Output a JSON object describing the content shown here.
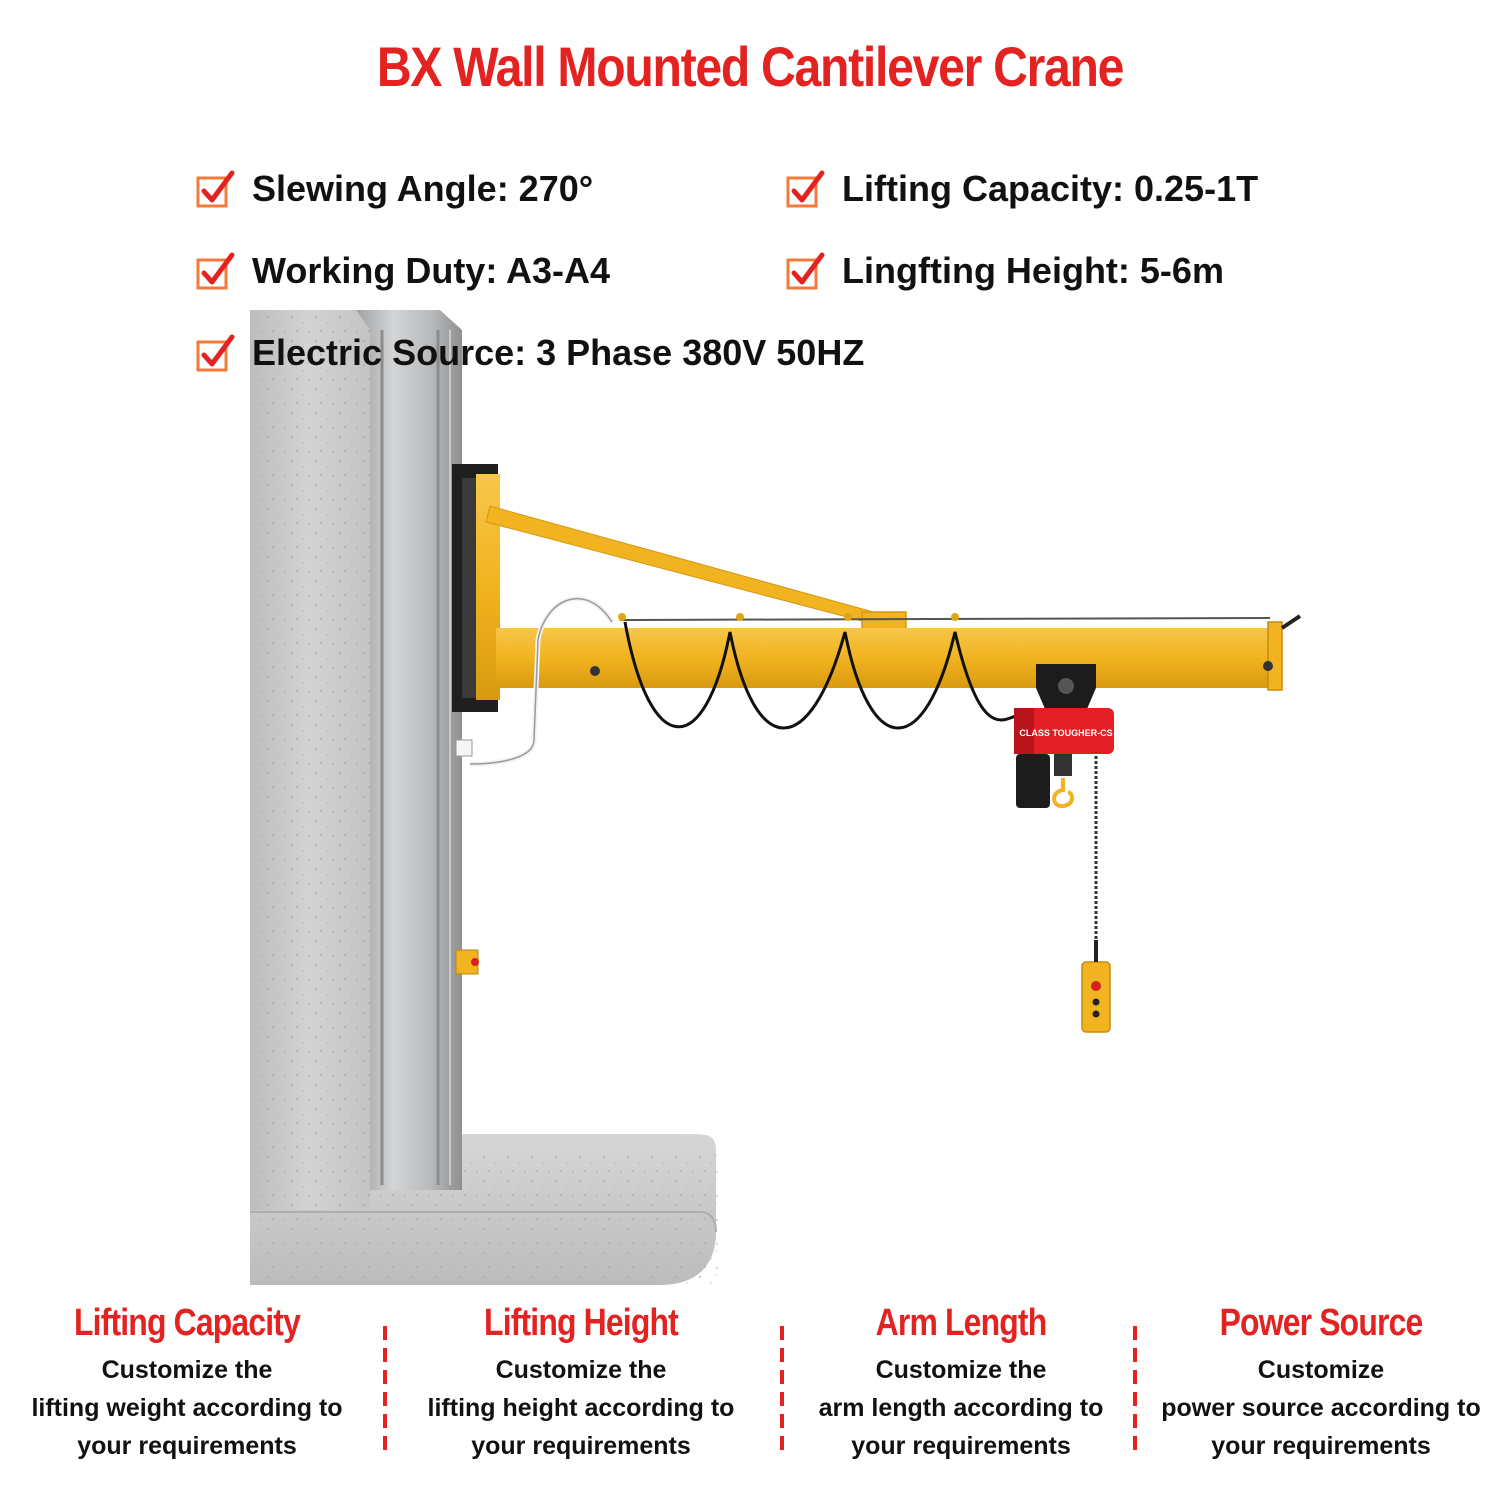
{
  "title": "BX Wall Mounted Cantilever Crane",
  "colors": {
    "accent_red": "#e32322",
    "check_orange": "#f47a3a",
    "crane_yellow": "#f2b321",
    "hoist_red": "#e31e24",
    "concrete": "#c9c9c9",
    "steel": "#b4b6b8"
  },
  "specs": [
    {
      "text": "Slewing Angle: 270°",
      "icon": "checkbox-check-icon"
    },
    {
      "text": "Lifting Capacity: 0.25-1T",
      "icon": "checkbox-check-icon"
    },
    {
      "text": "Working Duty: A3-A4",
      "icon": "checkbox-check-icon"
    },
    {
      "text": "Lingfting Height: 5-6m",
      "icon": "checkbox-check-icon"
    },
    {
      "text": "Electric Source: 3 Phase 380V 50HZ",
      "icon": "checkbox-check-icon"
    }
  ],
  "hoist_label": "CLASS TOUGHER-CS",
  "features": [
    {
      "title": "Lifting Capacity",
      "lines": [
        "Customize the",
        "lifting weight according to",
        "your requirements"
      ]
    },
    {
      "title": "Lifting Height",
      "lines": [
        "Customize the",
        "lifting height according to",
        "your requirements"
      ]
    },
    {
      "title": "Arm Length",
      "lines": [
        "Customize the",
        "arm length according to",
        "your requirements"
      ]
    },
    {
      "title": "Power Source",
      "lines": [
        "Customize",
        "power source according to",
        "your requirements"
      ]
    }
  ]
}
